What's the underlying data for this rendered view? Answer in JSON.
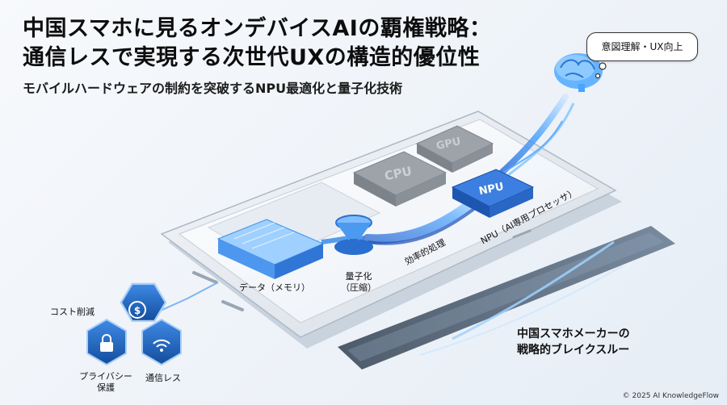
{
  "title": {
    "line1": "中国スマホに見るオンデバイスAIの覇権戦略：",
    "line2": "通信レスで実現する次世代UXの構造的優位性"
  },
  "subtitle": "モバイルハードウェアの制約を突破するNPU最適化と量子化技術",
  "speech_bubble": "意図理解・UX向上",
  "chips": {
    "gpu": "GPU",
    "cpu": "CPU",
    "npu": "NPU"
  },
  "flow_labels": {
    "data": "データ（メモリ）",
    "quantization_line1": "量子化",
    "quantization_line2": "（圧縮）",
    "efficient": "効率的処理",
    "npu": "NPU（AI専用プロセッサ）"
  },
  "benefits": {
    "cost": "コスト削減",
    "privacy_line1": "プライバシー",
    "privacy_line2": "保護",
    "offline": "通信レス"
  },
  "breakthrough": {
    "line1": "中国スマホメーカーの",
    "line2": "戦略的ブレイクスルー"
  },
  "copyright": "© 2025 AI KnowledgeFlow",
  "colors": {
    "accent_blue": "#2f86e6",
    "hex_blue": "#1f63b8",
    "chip_gray": "#9ea3aa"
  },
  "icons": [
    "brain-icon",
    "dollar-icon",
    "lock-icon",
    "wifi-icon",
    "funnel-icon",
    "chip-icon"
  ]
}
